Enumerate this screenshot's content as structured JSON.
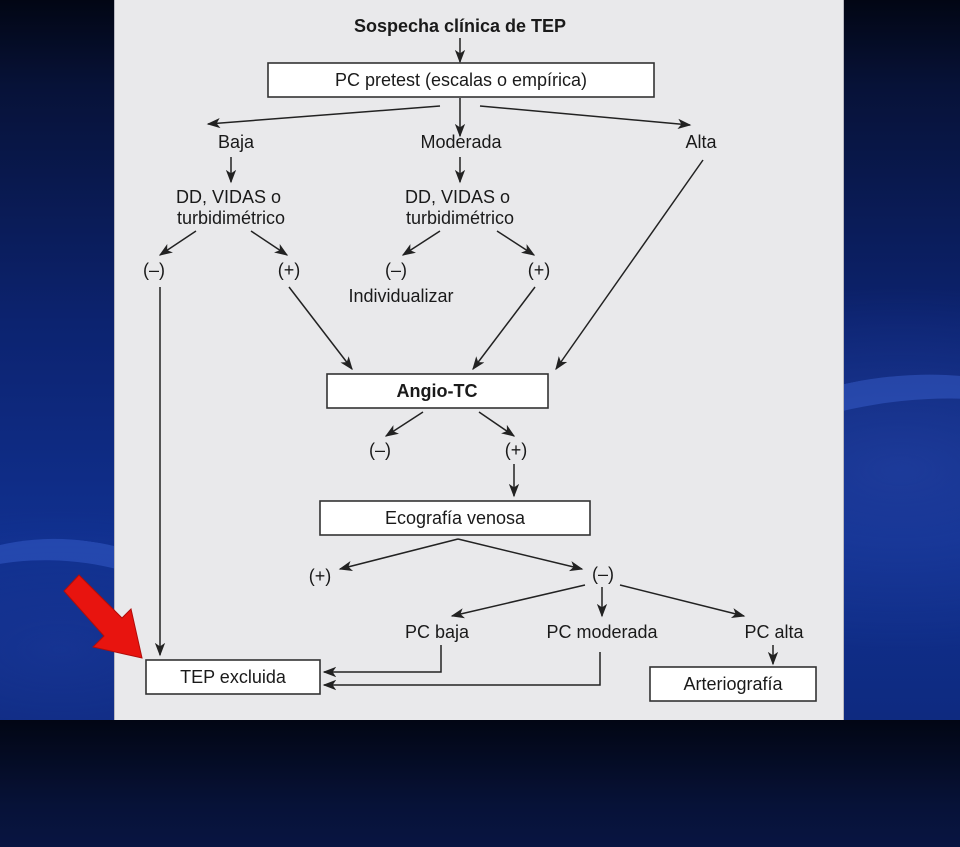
{
  "diagram": {
    "title": "Sospecha clínica de TEP",
    "pretest": "PC pretest (escalas o empírica)",
    "levels": {
      "low": "Baja",
      "moderate": "Moderada",
      "high": "Alta"
    },
    "dd_low": [
      "DD, VIDAS o",
      "turbidimétrico"
    ],
    "dd_moderate": [
      "DD, VIDAS o",
      "turbidimétrico"
    ],
    "low_neg": "(–)",
    "low_pos": "(+)",
    "mod_neg": "(–)",
    "mod_pos": "(+)",
    "individualize": "Individualizar",
    "angio": "Angio-TC",
    "angio_neg": "(–)",
    "angio_pos": "(+)",
    "echo": "Ecografía venosa",
    "echo_pos": "(+)",
    "echo_neg": "(–)",
    "pc_low": "PC baja",
    "pc_moderate": "PC moderada",
    "pc_high": "PC alta",
    "excluded": "TEP excluida",
    "arteriography": "Arteriografía"
  },
  "colors": {
    "background": "#0c2370",
    "panel": "#e9e9eb",
    "arrow_highlight": "#e8140f"
  }
}
